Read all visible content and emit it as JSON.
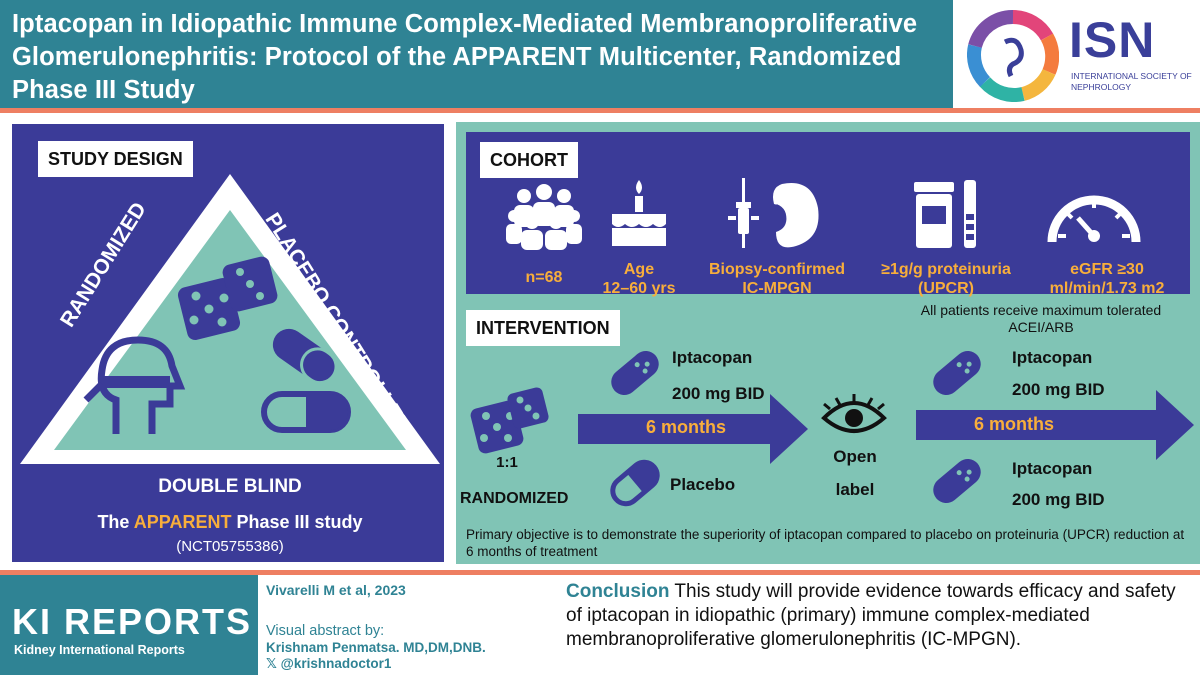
{
  "header": {
    "title": "Iptacopan in Idiopathic Immune Complex-Mediated Membranoproliferative Glomerulonephritis: Protocol of the APPARENT Multicenter, Randomized Phase III Study",
    "logo_text": "ISN",
    "logo_subtext": "INTERNATIONAL SOCIETY OF NEPHROLOGY"
  },
  "study_design": {
    "label": "STUDY DESIGN",
    "left_side": "RANDOMIZED",
    "right_side": "PLACEBO CONTROLLED",
    "bottom_side": "DOUBLE BLIND",
    "study_prefix": "The",
    "study_name": "APPARENT",
    "study_suffix": "Phase III study",
    "nct": "(NCT05755386)"
  },
  "cohort": {
    "label": "COHORT",
    "items": [
      {
        "icon": "people-group-icon",
        "line1": "n=68",
        "line2": ""
      },
      {
        "icon": "birthday-cake-icon",
        "line1": "Age",
        "line2": "12–60 yrs"
      },
      {
        "icon": "biopsy-kidney-icon",
        "line1": "Biopsy-confirmed",
        "line2": "IC-MPGN"
      },
      {
        "icon": "urine-sample-icon",
        "line1": "≥1g/g proteinuria",
        "line2": "(UPCR)"
      },
      {
        "icon": "gauge-icon",
        "line1": "eGFR ≥30",
        "line2": "ml/min/1.73 m2"
      }
    ]
  },
  "intervention": {
    "label": "INTERVENTION",
    "note": "All patients receive maximum tolerated ACEI/ARB",
    "ratio": "1:1",
    "randomized": "RANDOMIZED",
    "arm1_drug": "Iptacopan",
    "arm1_dose": "200 mg BID",
    "arm2_drug": "Placebo",
    "phase1_duration": "6 months",
    "open_label_line1": "Open",
    "open_label_line2": "label",
    "phase2_duration": "6 months",
    "ext1_drug": "Iptacopan",
    "ext1_dose": "200 mg BID",
    "ext2_drug": "Iptacopan",
    "ext2_dose": "200 mg BID",
    "primary_objective": "Primary objective is to demonstrate the superiority of iptacopan compared to placebo on proteinuria (UPCR) reduction at 6 months of treatment"
  },
  "footer": {
    "journal_title": "KI REPORTS",
    "journal_subtitle": "Kidney International Reports",
    "citation": "Vivarelli M et al, 2023",
    "visual_abstract_by": "Visual abstract by:",
    "author": "Krishnam Penmatsa. MD,DM,DNB.",
    "handle": "@krishnadoctor1",
    "conclusion_head": "Conclusion",
    "conclusion_text": "This study will provide evidence towards efficacy and safety of iptacopan in idiopathic (primary) immune complex-mediated membranoproliferative glomerulonephritis (IC-MPGN)."
  },
  "colors": {
    "teal": "#2f8394",
    "indigo": "#3b3b98",
    "mint": "#80c4b5",
    "orange_rule": "#ee7f62",
    "gold_text": "#f8ae3b"
  }
}
